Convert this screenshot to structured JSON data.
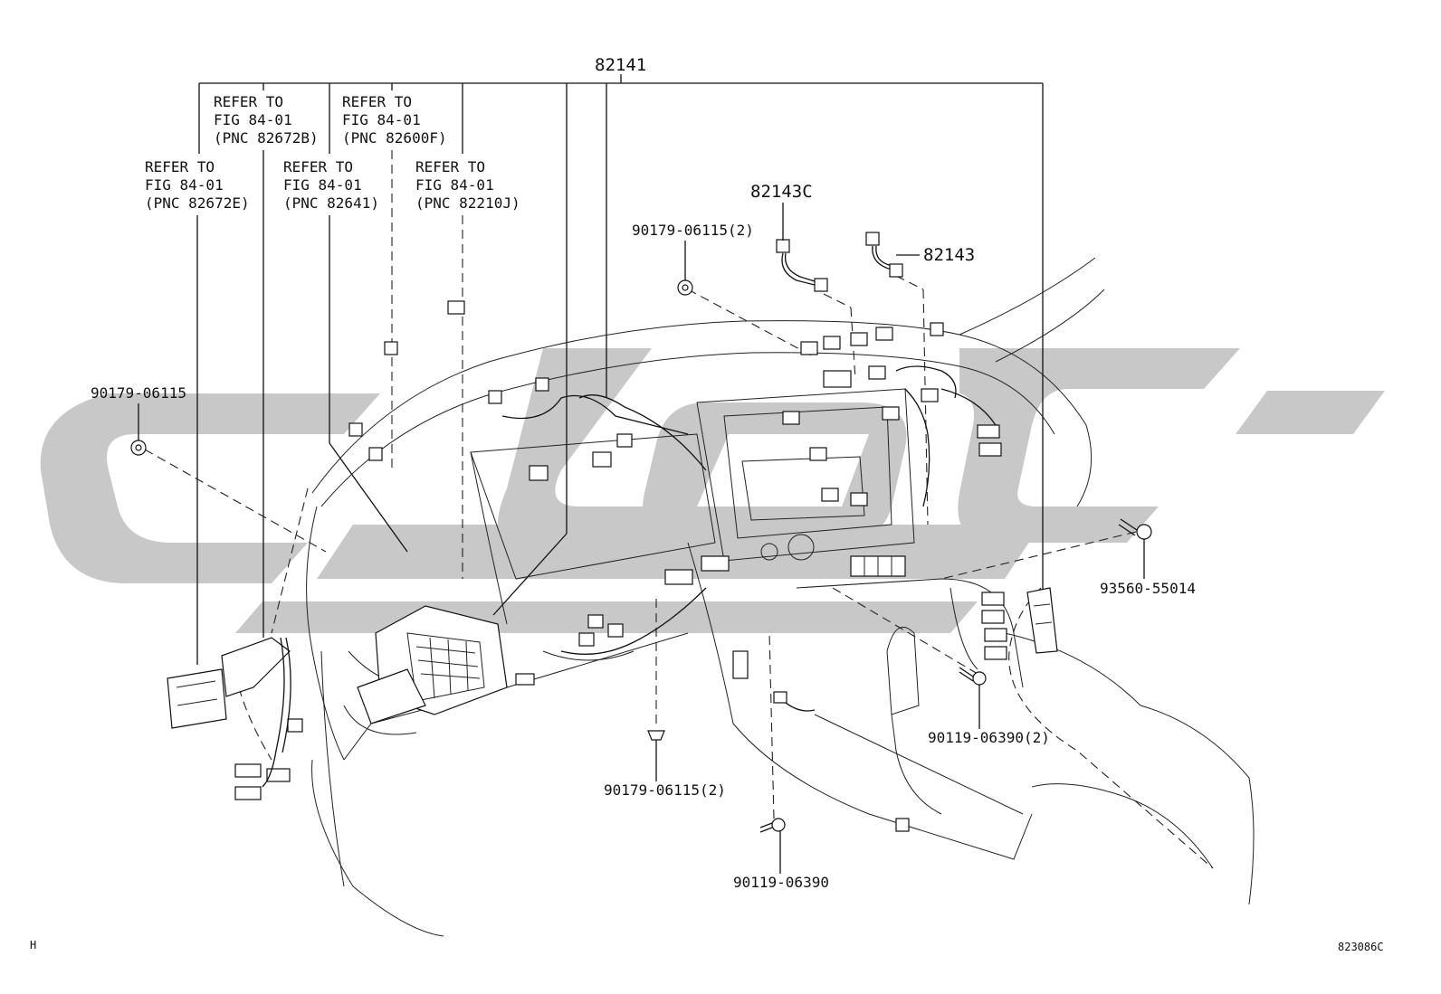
{
  "diagram": {
    "main_part": "82141",
    "references": [
      {
        "line1": "REFER TO",
        "line2": "FIG  84-01",
        "line3": "(PNC 82672E)"
      },
      {
        "line1": "REFER TO",
        "line2": "FIG  84-01",
        "line3": "(PNC 82672B)"
      },
      {
        "line1": "REFER TO",
        "line2": "FIG  84-01",
        "line3": "(PNC 82641)"
      },
      {
        "line1": "REFER TO",
        "line2": "FIG  84-01",
        "line3": "(PNC 82600F)"
      },
      {
        "line1": "REFER TO",
        "line2": "FIG  84-01",
        "line3": "(PNC 82210J)"
      }
    ],
    "parts": {
      "p82143c": "82143C",
      "p82143": "82143",
      "p90179_top": "90179-06115(2)",
      "p90179_left": "90179-06115",
      "p93560": "93560-55014",
      "p90119_right": "90119-06390(2)",
      "p90179_bottom": "90179-06115(2)",
      "p90119_bottom": "90119-06390"
    },
    "corner_left": "H",
    "figure_code": "823086C"
  },
  "colors": {
    "line": "#111111",
    "watermark": "#c8c8c8",
    "background": "#ffffff"
  }
}
